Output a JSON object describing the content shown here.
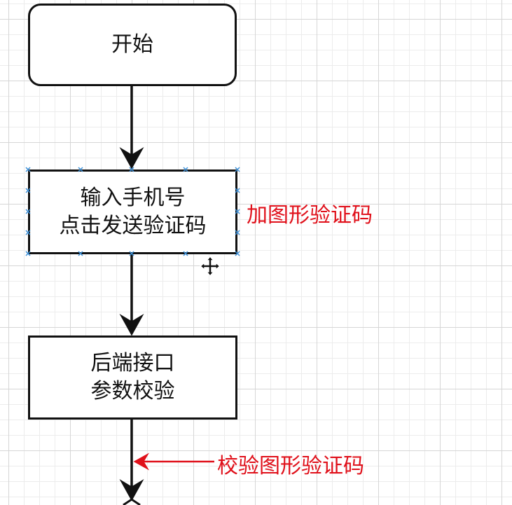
{
  "nodes": {
    "start": {
      "label": "开始"
    },
    "input": {
      "line1": "输入手机号",
      "line2": "点击发送验证码"
    },
    "backend": {
      "line1": "后端接口",
      "line2": "参数校验"
    }
  },
  "annotations": {
    "add_captcha": "加图形验证码",
    "verify_captcha": "校验图形验证码"
  },
  "colors": {
    "annotation": "#e0101a",
    "selection_handle": "#3a8fd8"
  }
}
